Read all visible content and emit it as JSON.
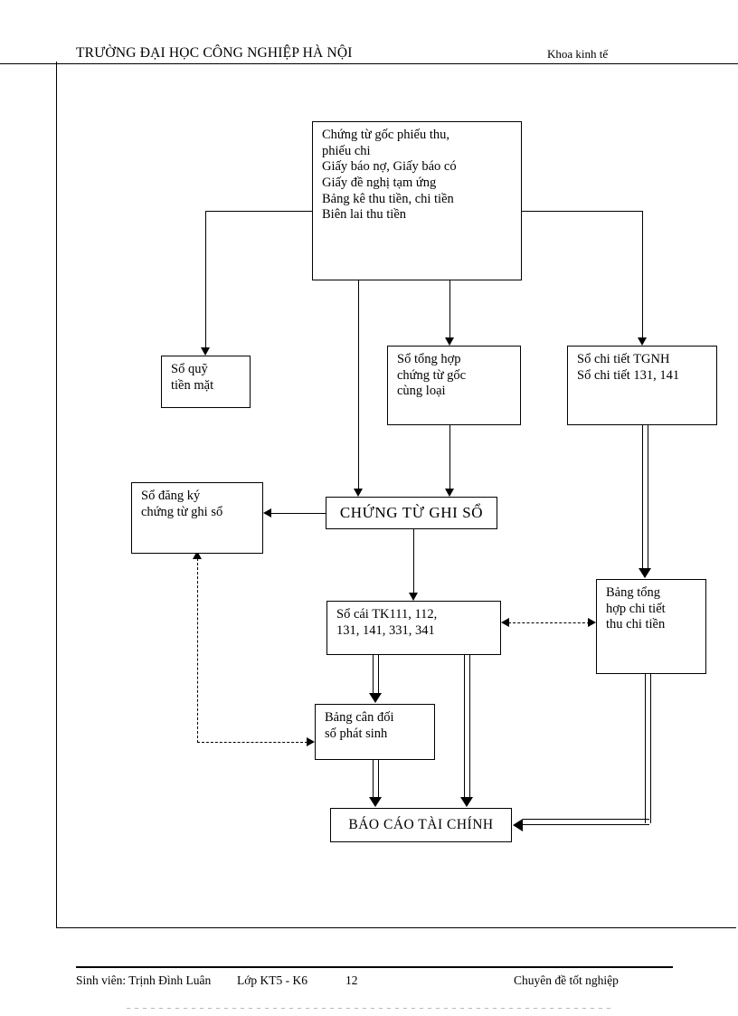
{
  "header": {
    "university": "TRƯỜNG ĐẠI HỌC CÔNG NGHIỆP HÀ NỘI",
    "faculty": "Khoa kinh  tế"
  },
  "footer": {
    "student": "Sinh viên: Trịnh Đình Luân",
    "class": "Lớp KT5 - K6",
    "page_number": "12",
    "document_type": "Chuyên đề tốt nghiệp"
  },
  "diagram": {
    "nodes": {
      "source_documents": {
        "lines": [
          "Chứng từ gốc phiếu thu,",
          "phiếu chi",
          "Giấy báo nợ, Giấy báo có",
          "Giấy đề nghị tạm ứng",
          "Bảng kê thu tiền, chi tiền",
          "Biên lai thu tiền"
        ]
      },
      "cash_book": {
        "lines": [
          "Sổ quỹ",
          "tiền mặt"
        ]
      },
      "summary_vouchers": {
        "lines": [
          "Sổ tổng hợp",
          "chứng từ gốc",
          "cùng loại"
        ]
      },
      "detail_books": {
        "lines": [
          "Sổ chi tiết TGNH",
          "Sổ chi tiết 131, 141"
        ]
      },
      "register": {
        "lines": [
          "Sổ đăng ký",
          "chứng từ ghi sổ"
        ]
      },
      "voucher": {
        "lines": [
          "CHỨNG TỪ GHI SỔ"
        ]
      },
      "general_ledger": {
        "lines": [
          "Sổ cái TK111, 112,",
          "131, 141, 331, 341"
        ]
      },
      "detail_summary": {
        "lines": [
          "Bảng tổng",
          "hợp chi tiết",
          "thu chi tiền"
        ]
      },
      "trial_balance": {
        "lines": [
          "Bảng cân đối",
          "số phát sinh"
        ]
      },
      "financial_report": {
        "lines": [
          "BÁO CÁO TÀI CHÍNH"
        ]
      }
    }
  }
}
